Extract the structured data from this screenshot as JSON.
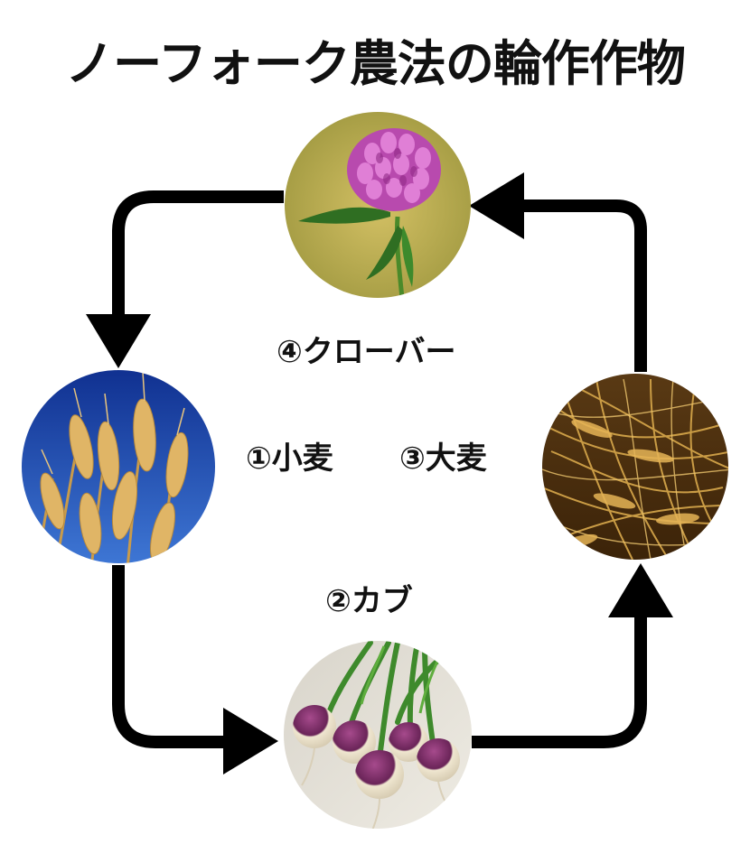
{
  "title": "ノーフォーク農法の輪作作物",
  "crops": [
    {
      "id": "wheat",
      "label": "①小麦"
    },
    {
      "id": "turnip",
      "label": "②カブ"
    },
    {
      "id": "barley",
      "label": "③大麦"
    },
    {
      "id": "clover",
      "label": "④クローバー"
    }
  ],
  "colors": {
    "arrow": "#000000",
    "sky": "#1d4fb3",
    "wheat": "#d9a850",
    "clover_flower": "#c051b8",
    "clover_bg": "#b9a548",
    "barley": "#c89a3c",
    "turnip_top": "#7c2e6a",
    "turnip_bottom": "#f2ead8",
    "turnip_leaf": "#3e8a2c"
  }
}
